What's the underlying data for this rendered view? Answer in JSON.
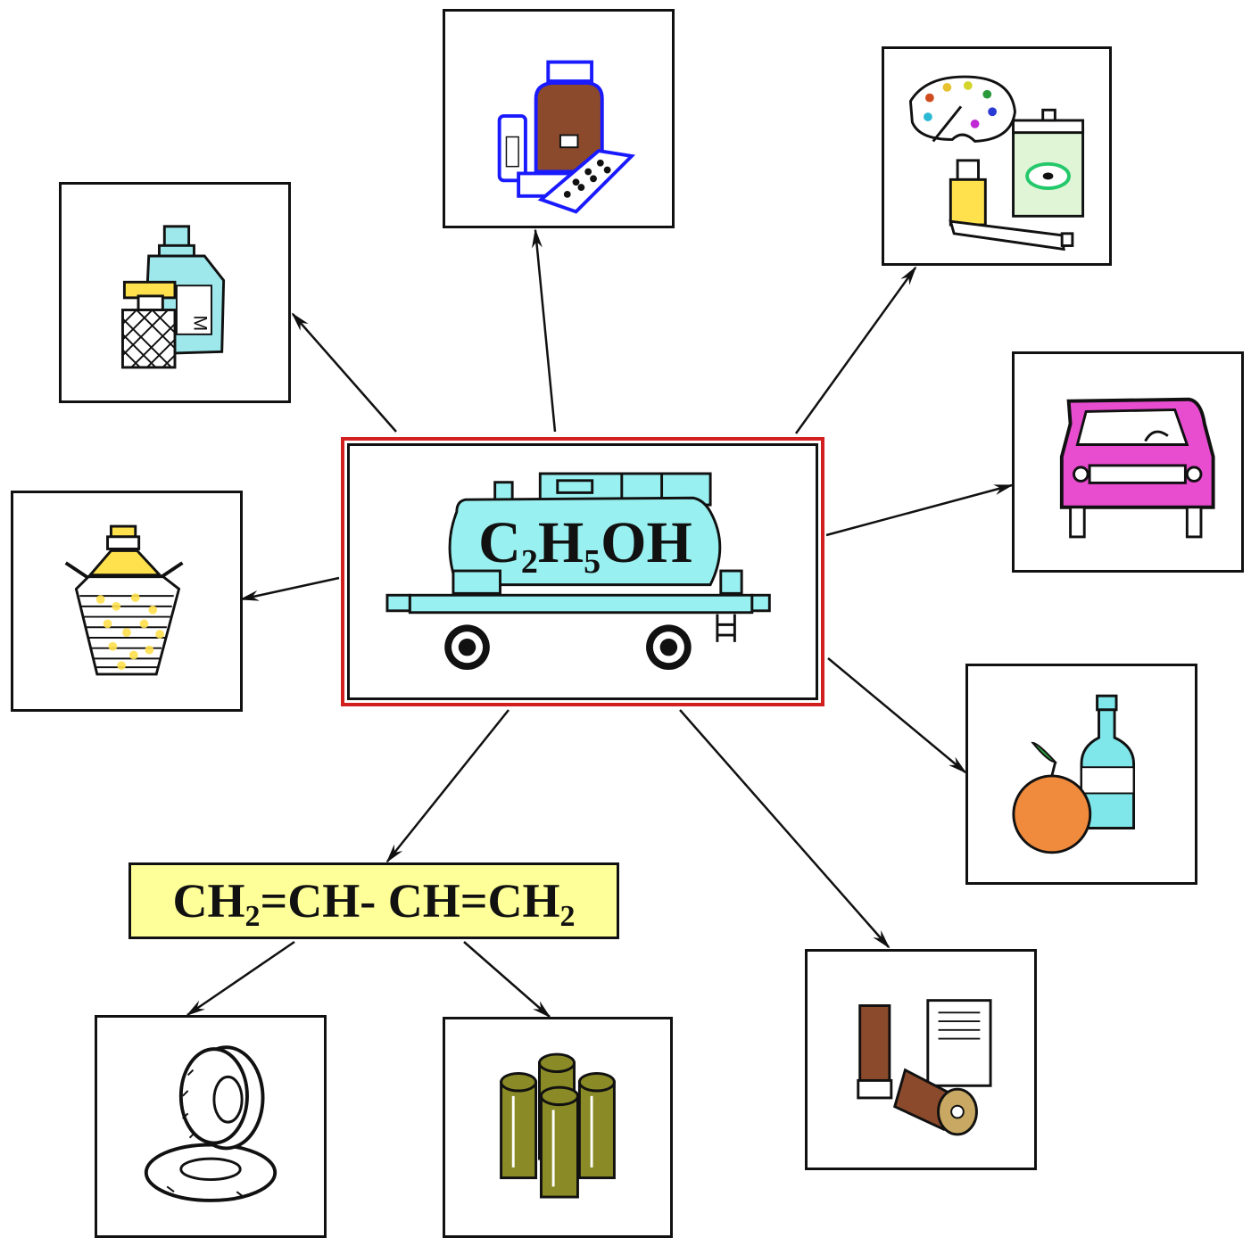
{
  "center": {
    "formula_parts": [
      "C",
      "2",
      "H",
      "5",
      "OH"
    ],
    "image": "tank-wagon"
  },
  "butadiene": {
    "formula_parts": [
      "CH",
      "2",
      "=CH- CH=CH",
      "2"
    ]
  },
  "products": [
    {
      "image": "perfume-bottles-icon"
    },
    {
      "image": "medicine-bottle-pills-icon"
    },
    {
      "image": "paint-palette-tubes-icon"
    },
    {
      "image": "car-icon"
    },
    {
      "image": "wicker-bottle-icon"
    },
    {
      "image": "orange-essence-bottle-icon"
    },
    {
      "image": "gunpowder-cartridges-icon"
    },
    {
      "image": "tires-icon"
    },
    {
      "image": "rubber-rolls-icon"
    }
  ],
  "colors": {
    "center_border": "#d21f1f",
    "tank": "#99f0f0",
    "formula_box": "#ffff99",
    "arrows": "#111111"
  }
}
